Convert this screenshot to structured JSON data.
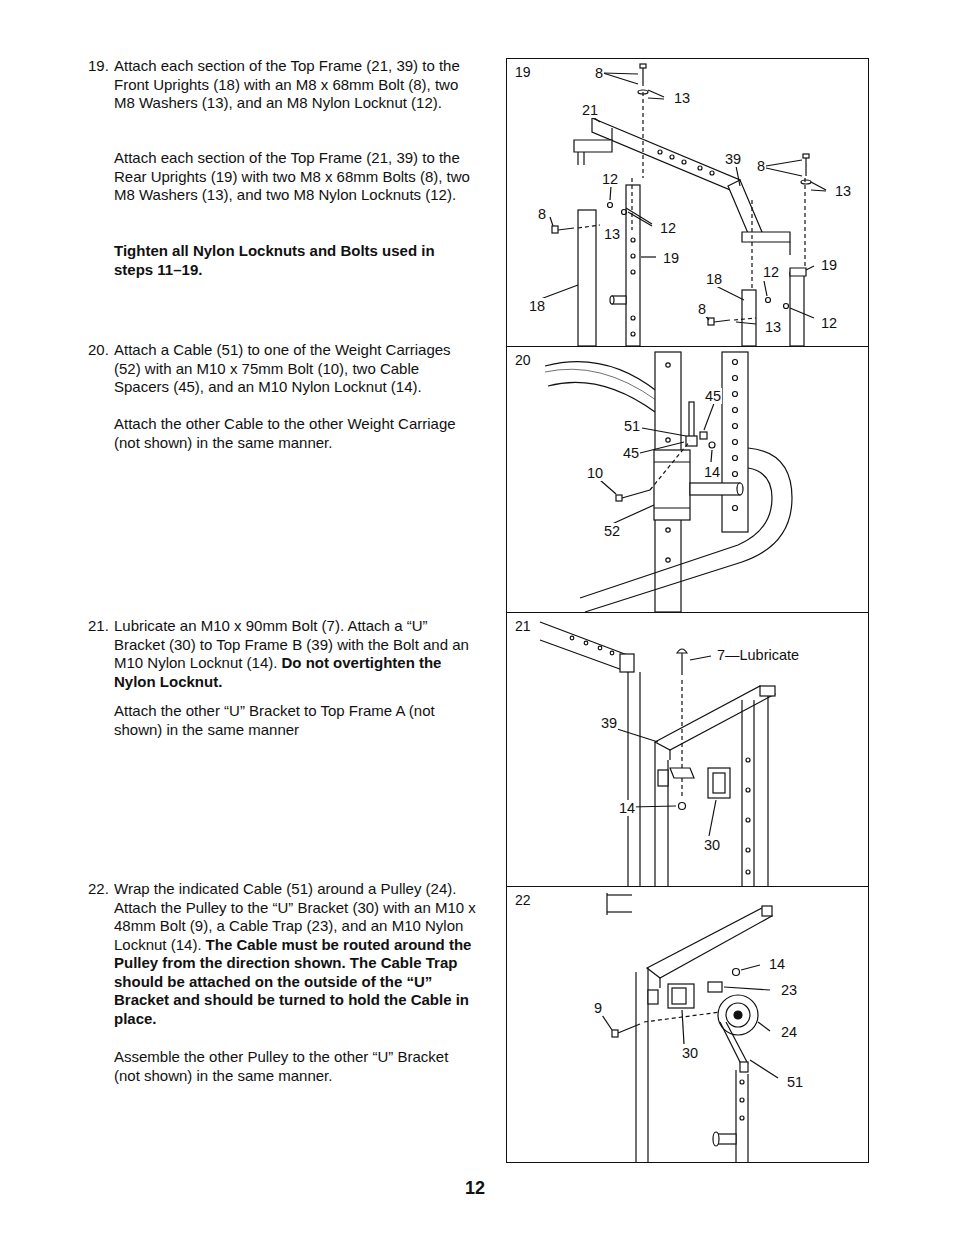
{
  "diagram": {
    "nodes": [
      {
        "text": [
          "19"
        ]
      },
      {
        "text": [
          "20"
        ]
      },
      {
        "text": [
          "21"
        ]
      },
      {
        "text": [
          "22"
        ]
      }
    ],
    "labels": [
      "19.",
      "Attach each section of the Top Frame (21, 39) to the Front Uprights (18) with an M8 x 68mm Bolt (8), two M8 Washers (13), and an M8 Nylon Locknut (12).",
      "Attach each section of the Top Frame (21, 39) to the Rear Uprights (19) with two M8 x 68mm Bolts (8), two M8 Washers (13), and two M8 Nylon Locknuts (12).",
      "Tighten all Nylon Locknuts and Bolts used in steps 11–19.",
      "20.",
      "Attach a Cable (51) to one of the Weight Carriages (52) with an M10 x 75mm Bolt (10), two Cable Spacers (45), and an M10 Nylon Locknut (14).",
      "Attach the other Cable to the other Weight Carriage (not shown) in the same manner.",
      "21.",
      "Lubricate an M10 x 90mm Bolt (7). Attach a “U” Bracket (30) to Top Frame B (39) with the Bolt and an M10 Nylon Locknut (14).",
      "Do not overtighten the Nylon Locknut.",
      "Attach the other “U” Bracket to Top Frame A (not shown) in the same manner",
      "22.",
      "Wrap the indicated Cable (51) around a Pulley (24). Attach the Pulley to the “U” Bracket (30) with an M10 x 48mm Bolt (9), a Cable Trap (23), and an M10 Nylon Locknut (14).",
      "The Cable must be routed around the Pulley from the direction shown. The Cable Trap should be attached on the outside of the “U” Bracket and should be turned to hold the Cable in place.",
      "Assemble the other Pulley to the other “U” Bracket (not shown) in the same manner.",
      "12",
      "8",
      "13",
      "21",
      "39",
      "8",
      "13",
      "12",
      "8",
      "13",
      "12",
      "19",
      "18",
      "12",
      "19",
      "18",
      "8",
      "13",
      "12",
      "45",
      "51",
      "45",
      "10",
      "14",
      "52",
      "7—Lubricate",
      "39",
      "14",
      "30",
      "14",
      "23",
      "9",
      "24",
      "30",
      "51"
    ]
  }
}
